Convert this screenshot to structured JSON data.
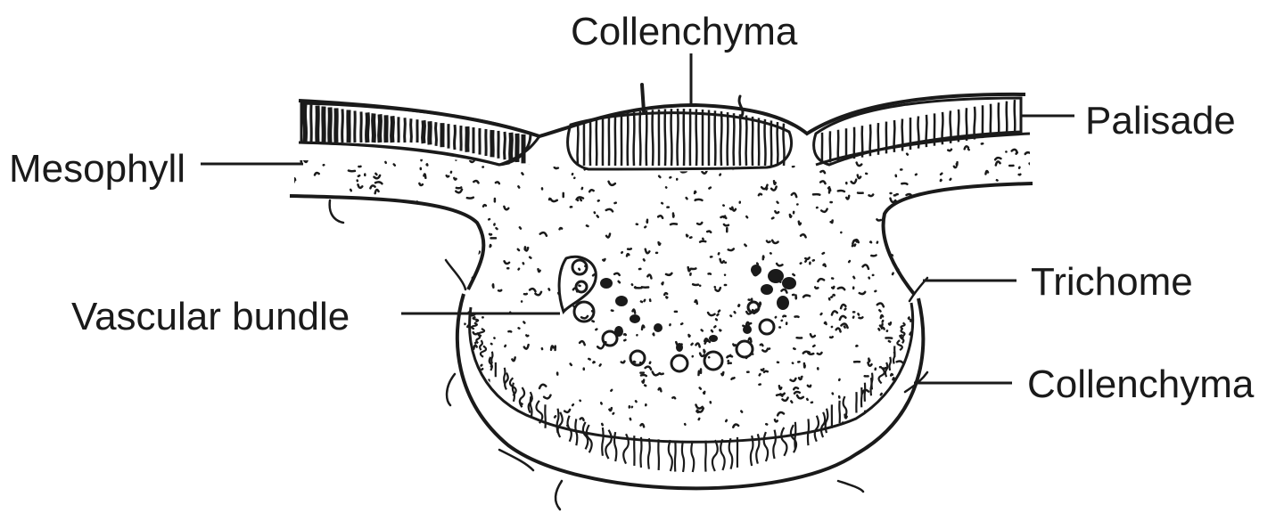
{
  "labels": {
    "collenchyma_top": "Collenchyma",
    "palisade": "Palisade",
    "mesophyll": "Mesophyll",
    "trichome": "Trichome",
    "vascular_bundle": "Vascular bundle",
    "collenchyma_bottom": "Collenchyma"
  },
  "colors": {
    "ink": "#1a1a1a",
    "background": "#ffffff"
  }
}
